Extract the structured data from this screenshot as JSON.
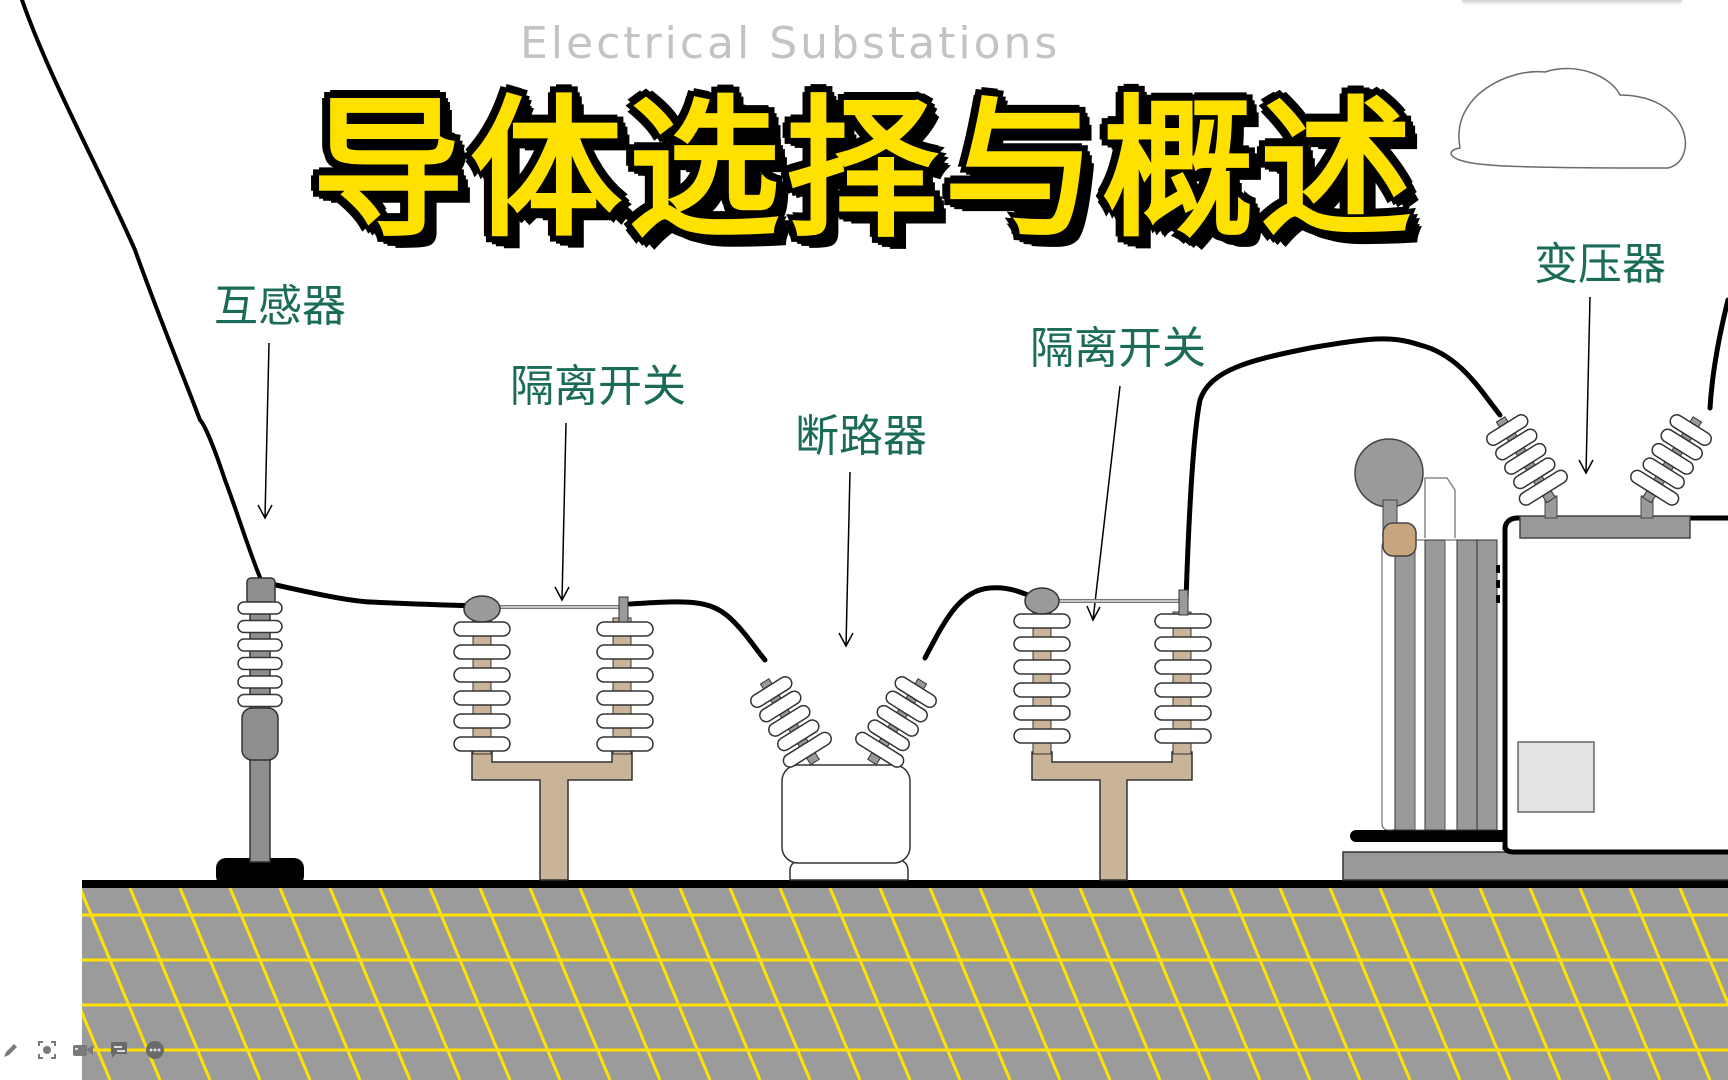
{
  "header": {
    "subtitle": "Electrical Substations",
    "title": "导体选择与概述"
  },
  "labels": {
    "instrument_transformer": "互感器",
    "disconnector_left": "隔离开关",
    "circuit_breaker": "断路器",
    "disconnector_right": "隔离开关",
    "power_transformer": "变压器"
  },
  "components": [
    {
      "name": "instrument-transformer",
      "label": "互感器"
    },
    {
      "name": "disconnect-switch-left",
      "label": "隔离开关"
    },
    {
      "name": "circuit-breaker",
      "label": "断路器"
    },
    {
      "name": "disconnect-switch-right",
      "label": "隔离开关"
    },
    {
      "name": "power-transformer",
      "label": "变压器"
    }
  ],
  "colors": {
    "label_text": "#1a6b57",
    "title_fill": "#ffe100",
    "title_outline": "#000000",
    "subtitle": "#c3c3c3",
    "ground": "#9b9b9b",
    "ground_grid": "#ffe100",
    "insulator": "#ffffff",
    "support_frame": "#c9b49a",
    "metal": "#9a9a9a",
    "conductor": "#000000"
  },
  "toolbar": {
    "icons": [
      "pen-icon",
      "screenshot-icon",
      "camera-icon",
      "comment-icon",
      "more-icon"
    ]
  }
}
